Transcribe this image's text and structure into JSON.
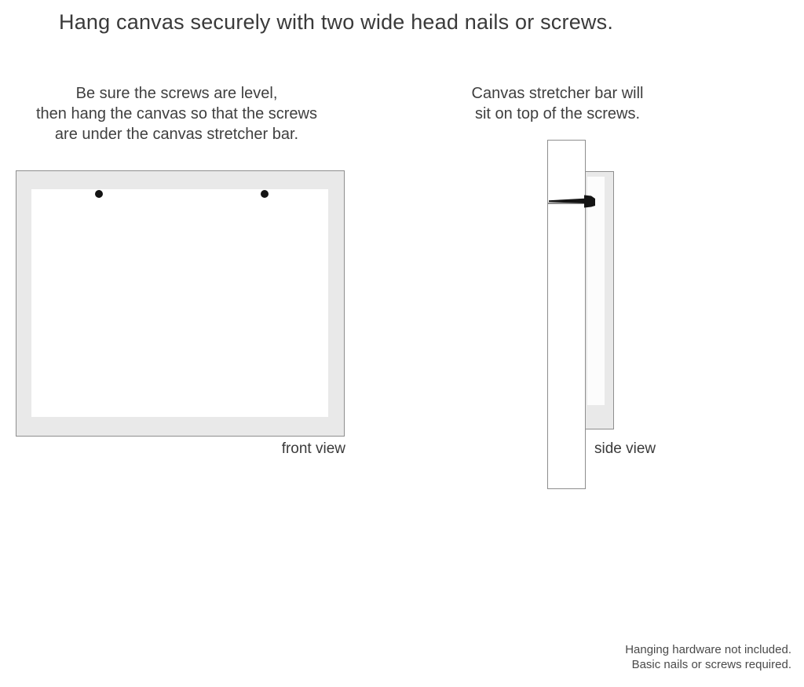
{
  "title": "Hang canvas securely with two wide head nails or screws.",
  "instructions": {
    "left": {
      "line1": "Be sure the screws are level,",
      "line2": "then hang the canvas so that the screws",
      "line3": "are under the canvas stretcher bar."
    },
    "right": {
      "line1": "Canvas stretcher bar will",
      "line2": "sit on top of the screws."
    }
  },
  "front_view": {
    "label": "front view",
    "screw_count": 2
  },
  "side_view": {
    "label": "side view"
  },
  "footer": {
    "line1": "Hanging hardware not included.",
    "line2": "Basic nails or screws required."
  },
  "colors": {
    "text": "#3f3f3f",
    "text_soft": "#4a4a4a",
    "border": "#8e8e8e",
    "canvas_frame_fill": "#e9e9e9",
    "canvas_inner_fill": "#ffffff",
    "nail": "#141414",
    "bg": "#ffffff"
  }
}
